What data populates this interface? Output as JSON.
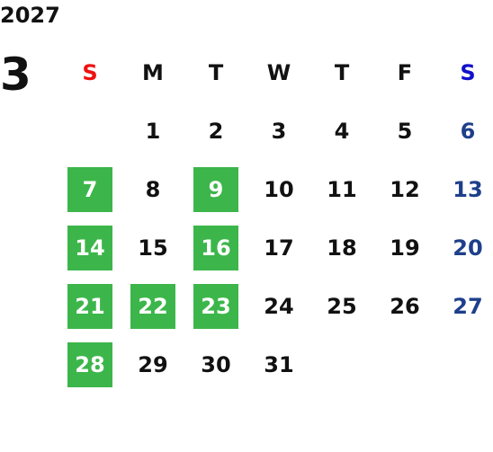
{
  "calendar": {
    "year": "2027",
    "month": "3",
    "weekdays": [
      "S",
      "M",
      "T",
      "W",
      "T",
      "F",
      "S"
    ],
    "weeks": [
      [
        "",
        "1",
        "2",
        "3",
        "4",
        "5",
        "6"
      ],
      [
        "7",
        "8",
        "9",
        "10",
        "11",
        "12",
        "13"
      ],
      [
        "14",
        "15",
        "16",
        "17",
        "18",
        "19",
        "20"
      ],
      [
        "21",
        "22",
        "23",
        "24",
        "25",
        "26",
        "27"
      ],
      [
        "28",
        "29",
        "30",
        "31",
        "",
        "",
        ""
      ]
    ],
    "highlighted_days": [
      "7",
      "9",
      "14",
      "16",
      "21",
      "22",
      "23",
      "28"
    ],
    "colors": {
      "highlight": "#3cb64a",
      "sunday_header": "#ee1111",
      "saturday_header": "#1010cc",
      "saturday_date": "#1e3f8a",
      "text": "#111111"
    }
  }
}
